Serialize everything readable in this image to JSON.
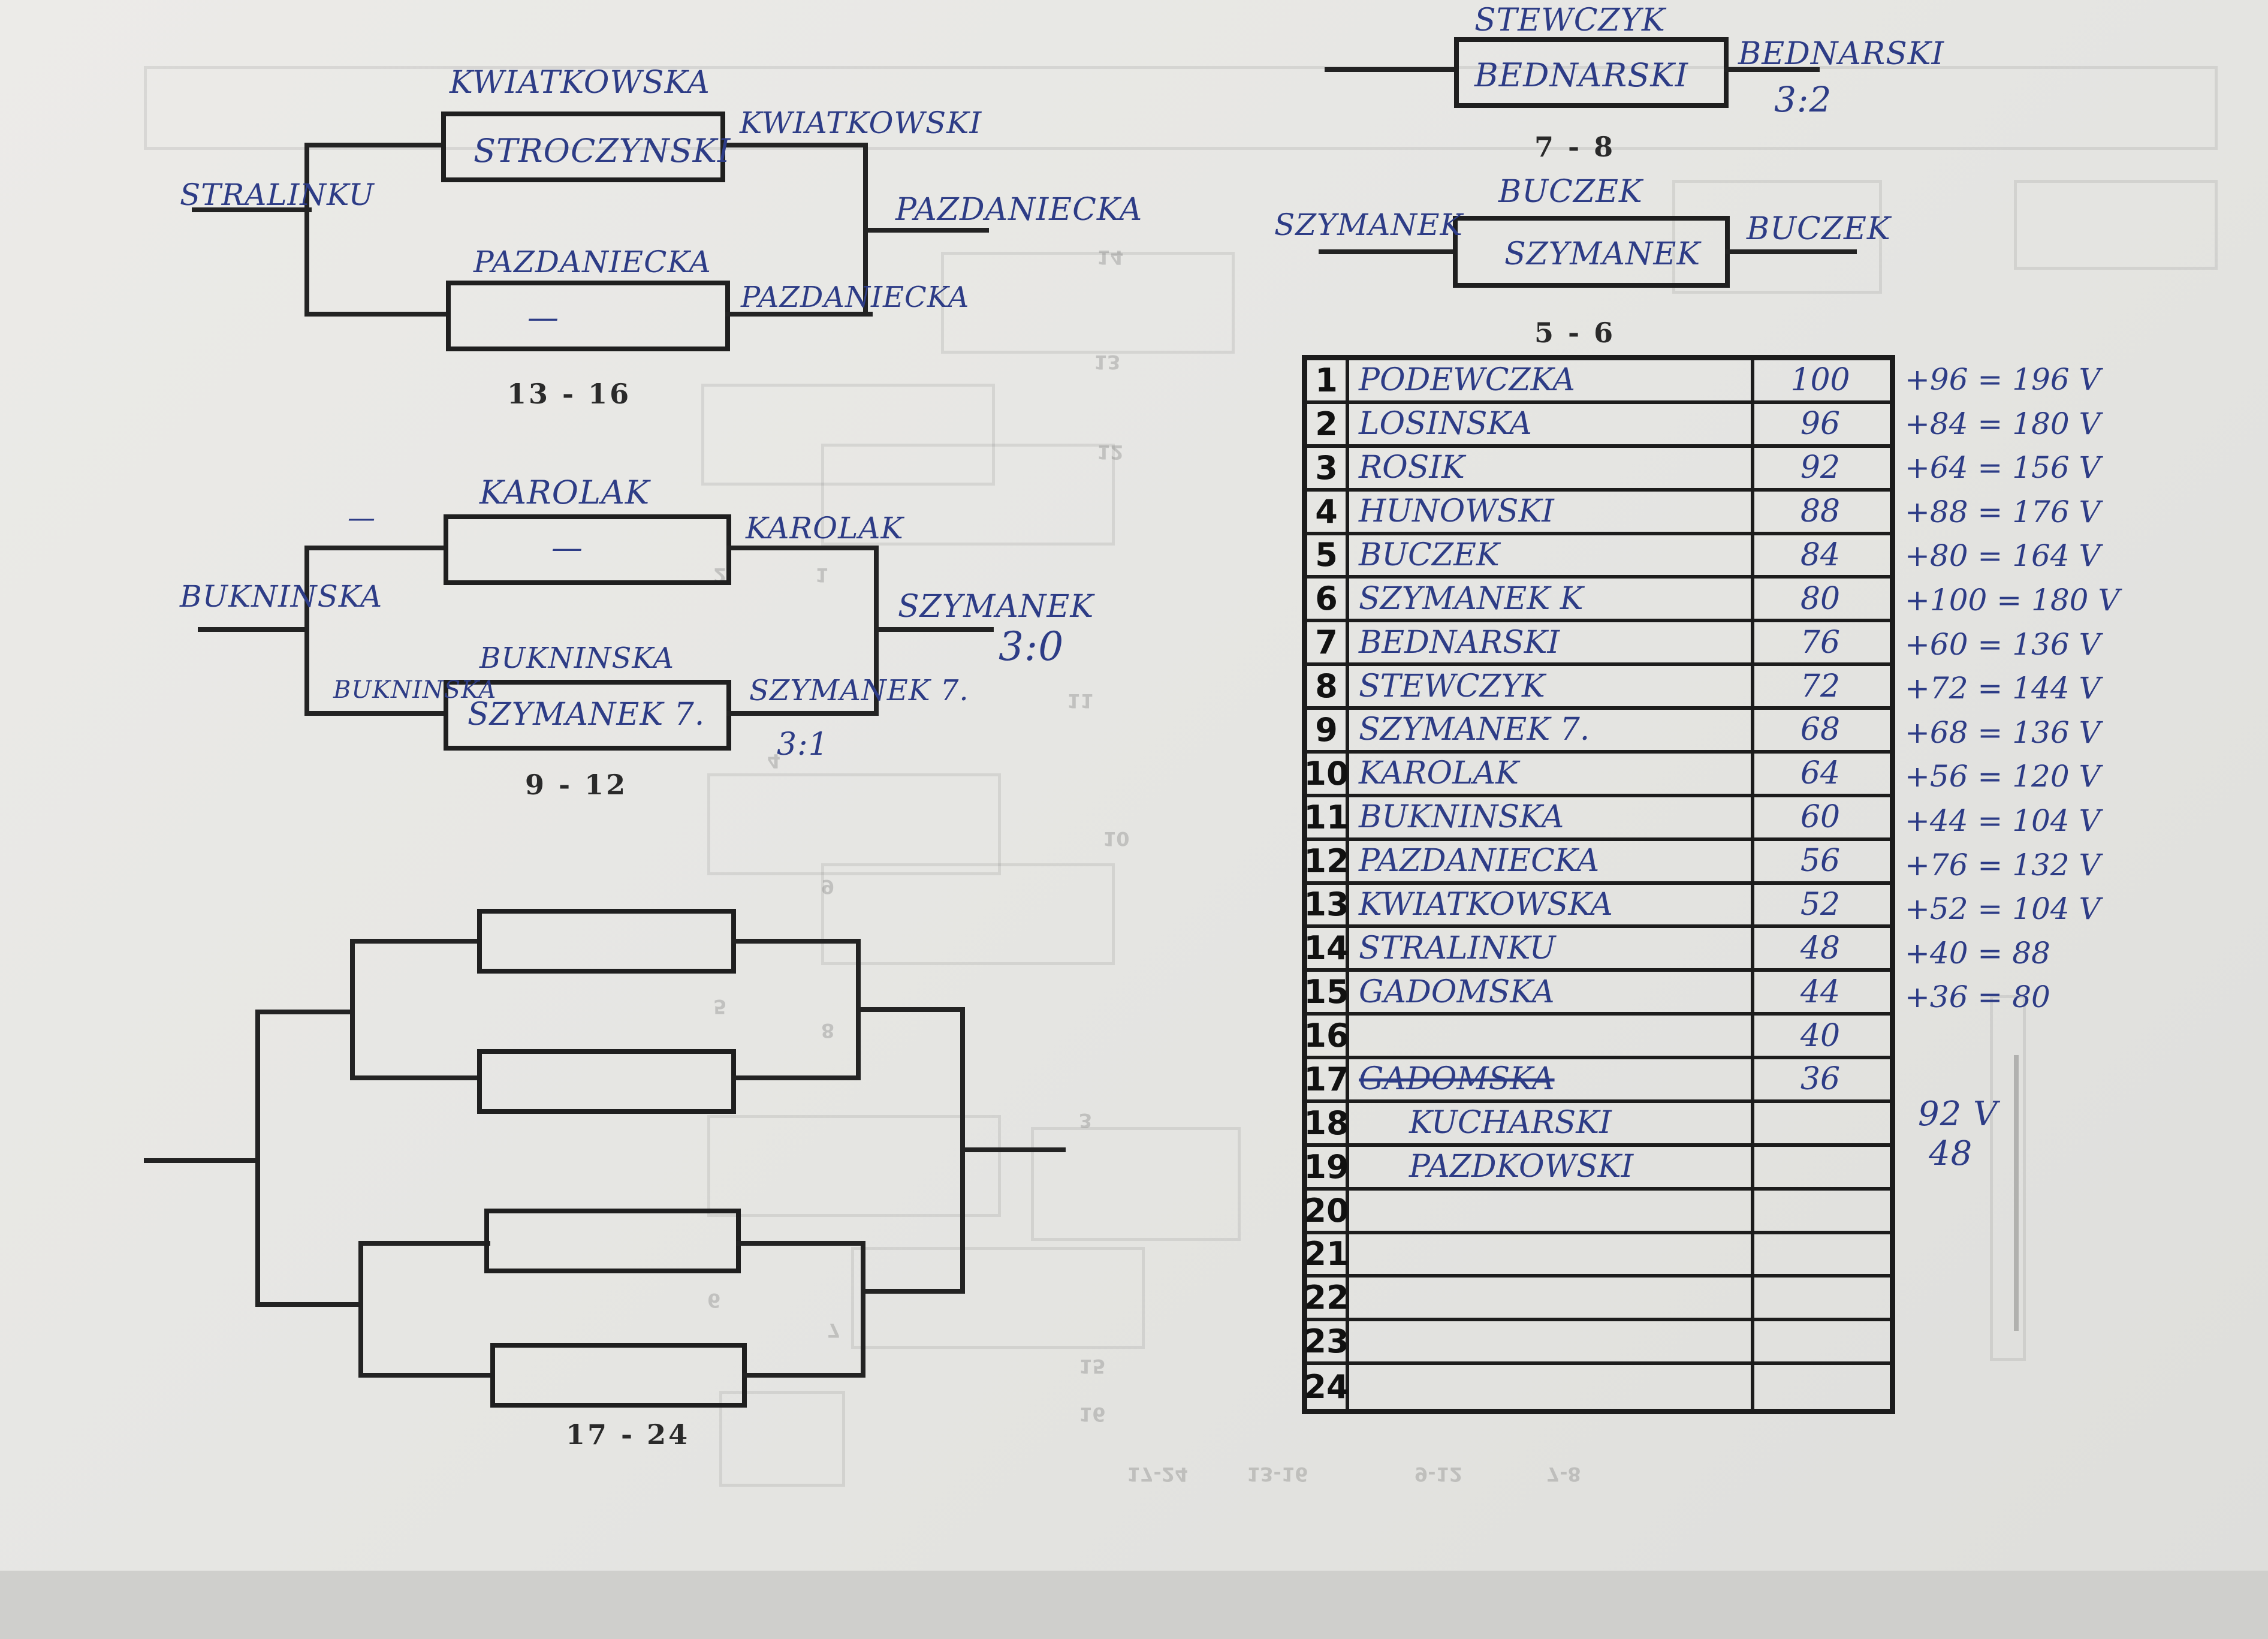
{
  "captions": {
    "r13_16": "13 - 16",
    "r9_12": "9 - 12",
    "r17_24": "17 - 24",
    "r7_8": "7 - 8",
    "r5_6": "5 - 6"
  },
  "bracket_13_16": {
    "entry_left": "STRALINKU",
    "top_above": "KWIATKOWSKA",
    "top_box": "STROCZYNSKI",
    "top_out": "KWIATKOWSKI",
    "bottom_above": "PAZDANIECKA",
    "bottom_box": "—",
    "bottom_out": "PAZDANIECKA",
    "winner": "PAZDANIECKA"
  },
  "bracket_9_12": {
    "entry_left": "BUKNINSKA",
    "entry_small": "BUKNINSKA",
    "top_dash": "—",
    "top_above": "KAROLAK",
    "top_box": "—",
    "top_out": "KAROLAK",
    "bottom_above": "BUKNINSKA",
    "bottom_box": "SZYMANEK 7.",
    "bottom_out": "SZYMANEK 7.",
    "bottom_score": "3:1",
    "winner": "SZYMANEK",
    "winner_score": "3:0"
  },
  "bracket_7_8": {
    "above": "STEWCZYK",
    "box": "BEDNARSKI",
    "out": "BEDNARSKI",
    "score": "3:2"
  },
  "bracket_5_6": {
    "entry_left": "SZYMANEK",
    "above": "BUCZEK",
    "box": "SZYMANEK",
    "out": "BUCZEK"
  },
  "standings": [
    {
      "rank": "1",
      "name": "PODEWCZKA",
      "points": "100",
      "total": "+96 = 196 V"
    },
    {
      "rank": "2",
      "name": "LOSINSKA",
      "points": "96",
      "total": "+84 = 180 V"
    },
    {
      "rank": "3",
      "name": "ROSIK",
      "points": "92",
      "total": "+64 = 156 V"
    },
    {
      "rank": "4",
      "name": "HUNOWSKI",
      "points": "88",
      "total": "+88 = 176 V"
    },
    {
      "rank": "5",
      "name": "BUCZEK",
      "points": "84",
      "total": "+80 = 164 V"
    },
    {
      "rank": "6",
      "name": "SZYMANEK K",
      "points": "80",
      "total": "+100 = 180 V"
    },
    {
      "rank": "7",
      "name": "BEDNARSKI",
      "points": "76",
      "total": "+60 = 136 V"
    },
    {
      "rank": "8",
      "name": "STEWCZYK",
      "points": "72",
      "total": "+72 = 144 V"
    },
    {
      "rank": "9",
      "name": "SZYMANEK 7.",
      "points": "68",
      "total": "+68 = 136 V"
    },
    {
      "rank": "10",
      "name": "KAROLAK",
      "points": "64",
      "total": "+56 = 120 V"
    },
    {
      "rank": "11",
      "name": "BUKNINSKA",
      "points": "60",
      "total": "+44 = 104 V"
    },
    {
      "rank": "12",
      "name": "PAZDANIECKA",
      "points": "56",
      "total": "+76 = 132 V"
    },
    {
      "rank": "13",
      "name": "KWIATKOWSKA",
      "points": "52",
      "total": "+52 = 104 V"
    },
    {
      "rank": "14",
      "name": "STRALINKU",
      "points": "48",
      "total": "+40 = 88"
    },
    {
      "rank": "15",
      "name": "GADOMSKA",
      "points": "44",
      "total": "+36 = 80"
    },
    {
      "rank": "16",
      "name": "",
      "points": "40",
      "total": ""
    },
    {
      "rank": "17",
      "name": "GADOMSKA",
      "points": "36",
      "total": ""
    },
    {
      "rank": "18",
      "name": "KUCHARSKI",
      "points": "",
      "total": ""
    },
    {
      "rank": "19",
      "name": "PAZDKOWSKI",
      "points": "",
      "total": ""
    },
    {
      "rank": "20",
      "name": "",
      "points": "",
      "total": ""
    },
    {
      "rank": "21",
      "name": "",
      "points": "",
      "total": ""
    },
    {
      "rank": "22",
      "name": "",
      "points": "",
      "total": ""
    },
    {
      "rank": "23",
      "name": "",
      "points": "",
      "total": ""
    },
    {
      "rank": "24",
      "name": "",
      "points": "",
      "total": ""
    }
  ],
  "side_notes": {
    "note1": "92 V",
    "note2": "48"
  },
  "ghost_numbers": [
    "14",
    "13",
    "12",
    "11",
    "10",
    "9",
    "8",
    "7",
    "6",
    "5",
    "4",
    "3",
    "2",
    "1",
    "16",
    "15",
    "17-24",
    "13-16",
    "9-12",
    "7-8"
  ]
}
